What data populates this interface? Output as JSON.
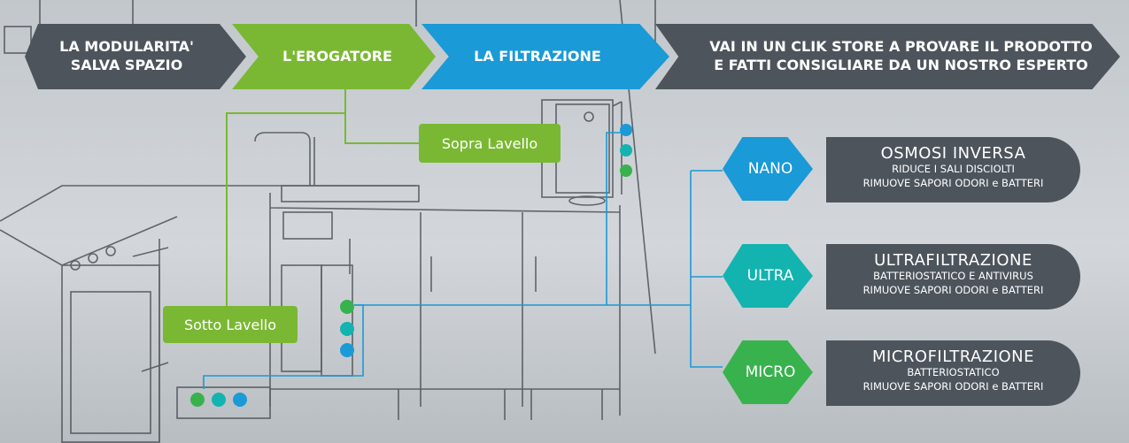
{
  "colors": {
    "green": "#7ab833",
    "blue": "#1a9ad6",
    "teal": "#13b3b0",
    "micro_green": "#37b24d",
    "dark": "#4d545c"
  },
  "nav": {
    "modularita": "LA MODULARITA'\nSALVA SPAZIO",
    "erogatore": "L'EROGATORE",
    "filtrazione": "LA FILTRAZIONE",
    "store": "VAI IN UN CLIK STORE A PROVARE IL PRODOTTO\nE FATTI CONSIGLIARE DA UN NOSTRO ESPERTO"
  },
  "labels": {
    "sopra": "Sopra Lavello",
    "sotto": "Sotto Lavello"
  },
  "filters": {
    "nano": {
      "badge": "NANO",
      "title": "OSMOSI INVERSA",
      "line1": "RIDUCE I SALI DISCIOLTI",
      "line2": "RIMUOVE SAPORI ODORI e BATTERI"
    },
    "ultra": {
      "badge": "ULTRA",
      "title": "ULTRAFILTRAZIONE",
      "line1": "BATTERIOSTATICO E ANTIVIRUS",
      "line2": "RIMUOVE SAPORI ODORI e BATTERI"
    },
    "micro": {
      "badge": "MICRO",
      "title": "MICROFILTRAZIONE",
      "line1": "BATTERIOSTATICO",
      "line2": "RIMUOVE SAPORI ODORI e BATTERI"
    }
  }
}
